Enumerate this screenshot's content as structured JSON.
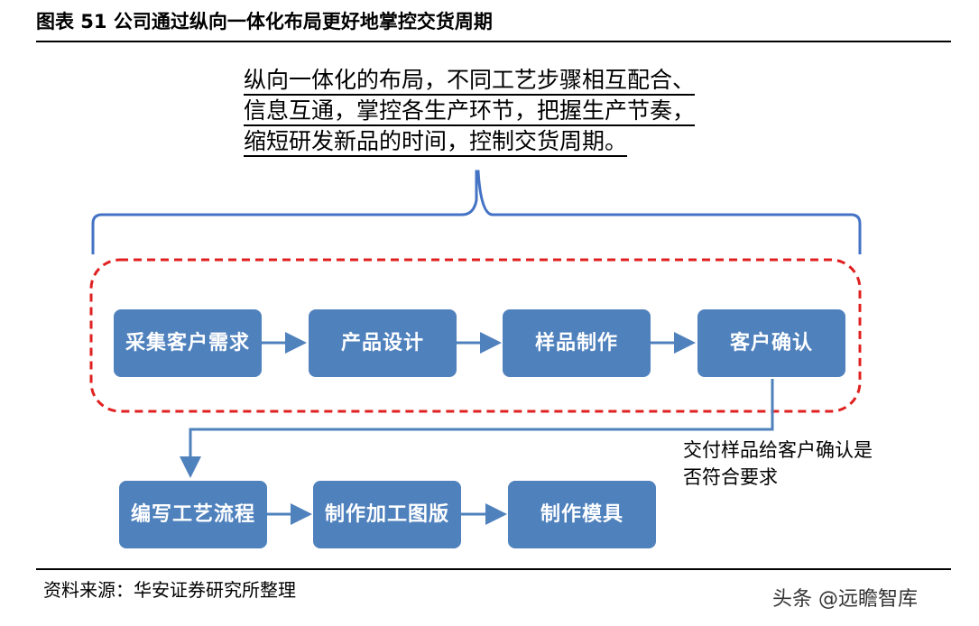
{
  "header": {
    "title": "图表 51 公司通过纵向一体化布局更好地掌控交货周期"
  },
  "note": {
    "lines": [
      "纵向一体化的布局，不同工艺步骤相互配合、",
      "信息互通，掌控各生产环节，把握生产节奏，",
      "缩短研发新品的时间，控制交货周期。"
    ]
  },
  "flow": {
    "step1": "采集客户需求",
    "step2": "产品设计",
    "step3": "样品制作",
    "step4": "客户确认",
    "step5": "编写工艺流程",
    "step6": "制作加工图版",
    "step7": "制作模具"
  },
  "side_note": "交付样品给客户确认是否符合要求",
  "footer": {
    "source": "资料来源：华安证券研究所整理",
    "watermark": "头条 @远瞻智库"
  },
  "colors": {
    "box_fill": "#4f81bd",
    "arrow": "#4f81bd",
    "dashed_border": "#e02020",
    "bracket": "#4472c4"
  }
}
